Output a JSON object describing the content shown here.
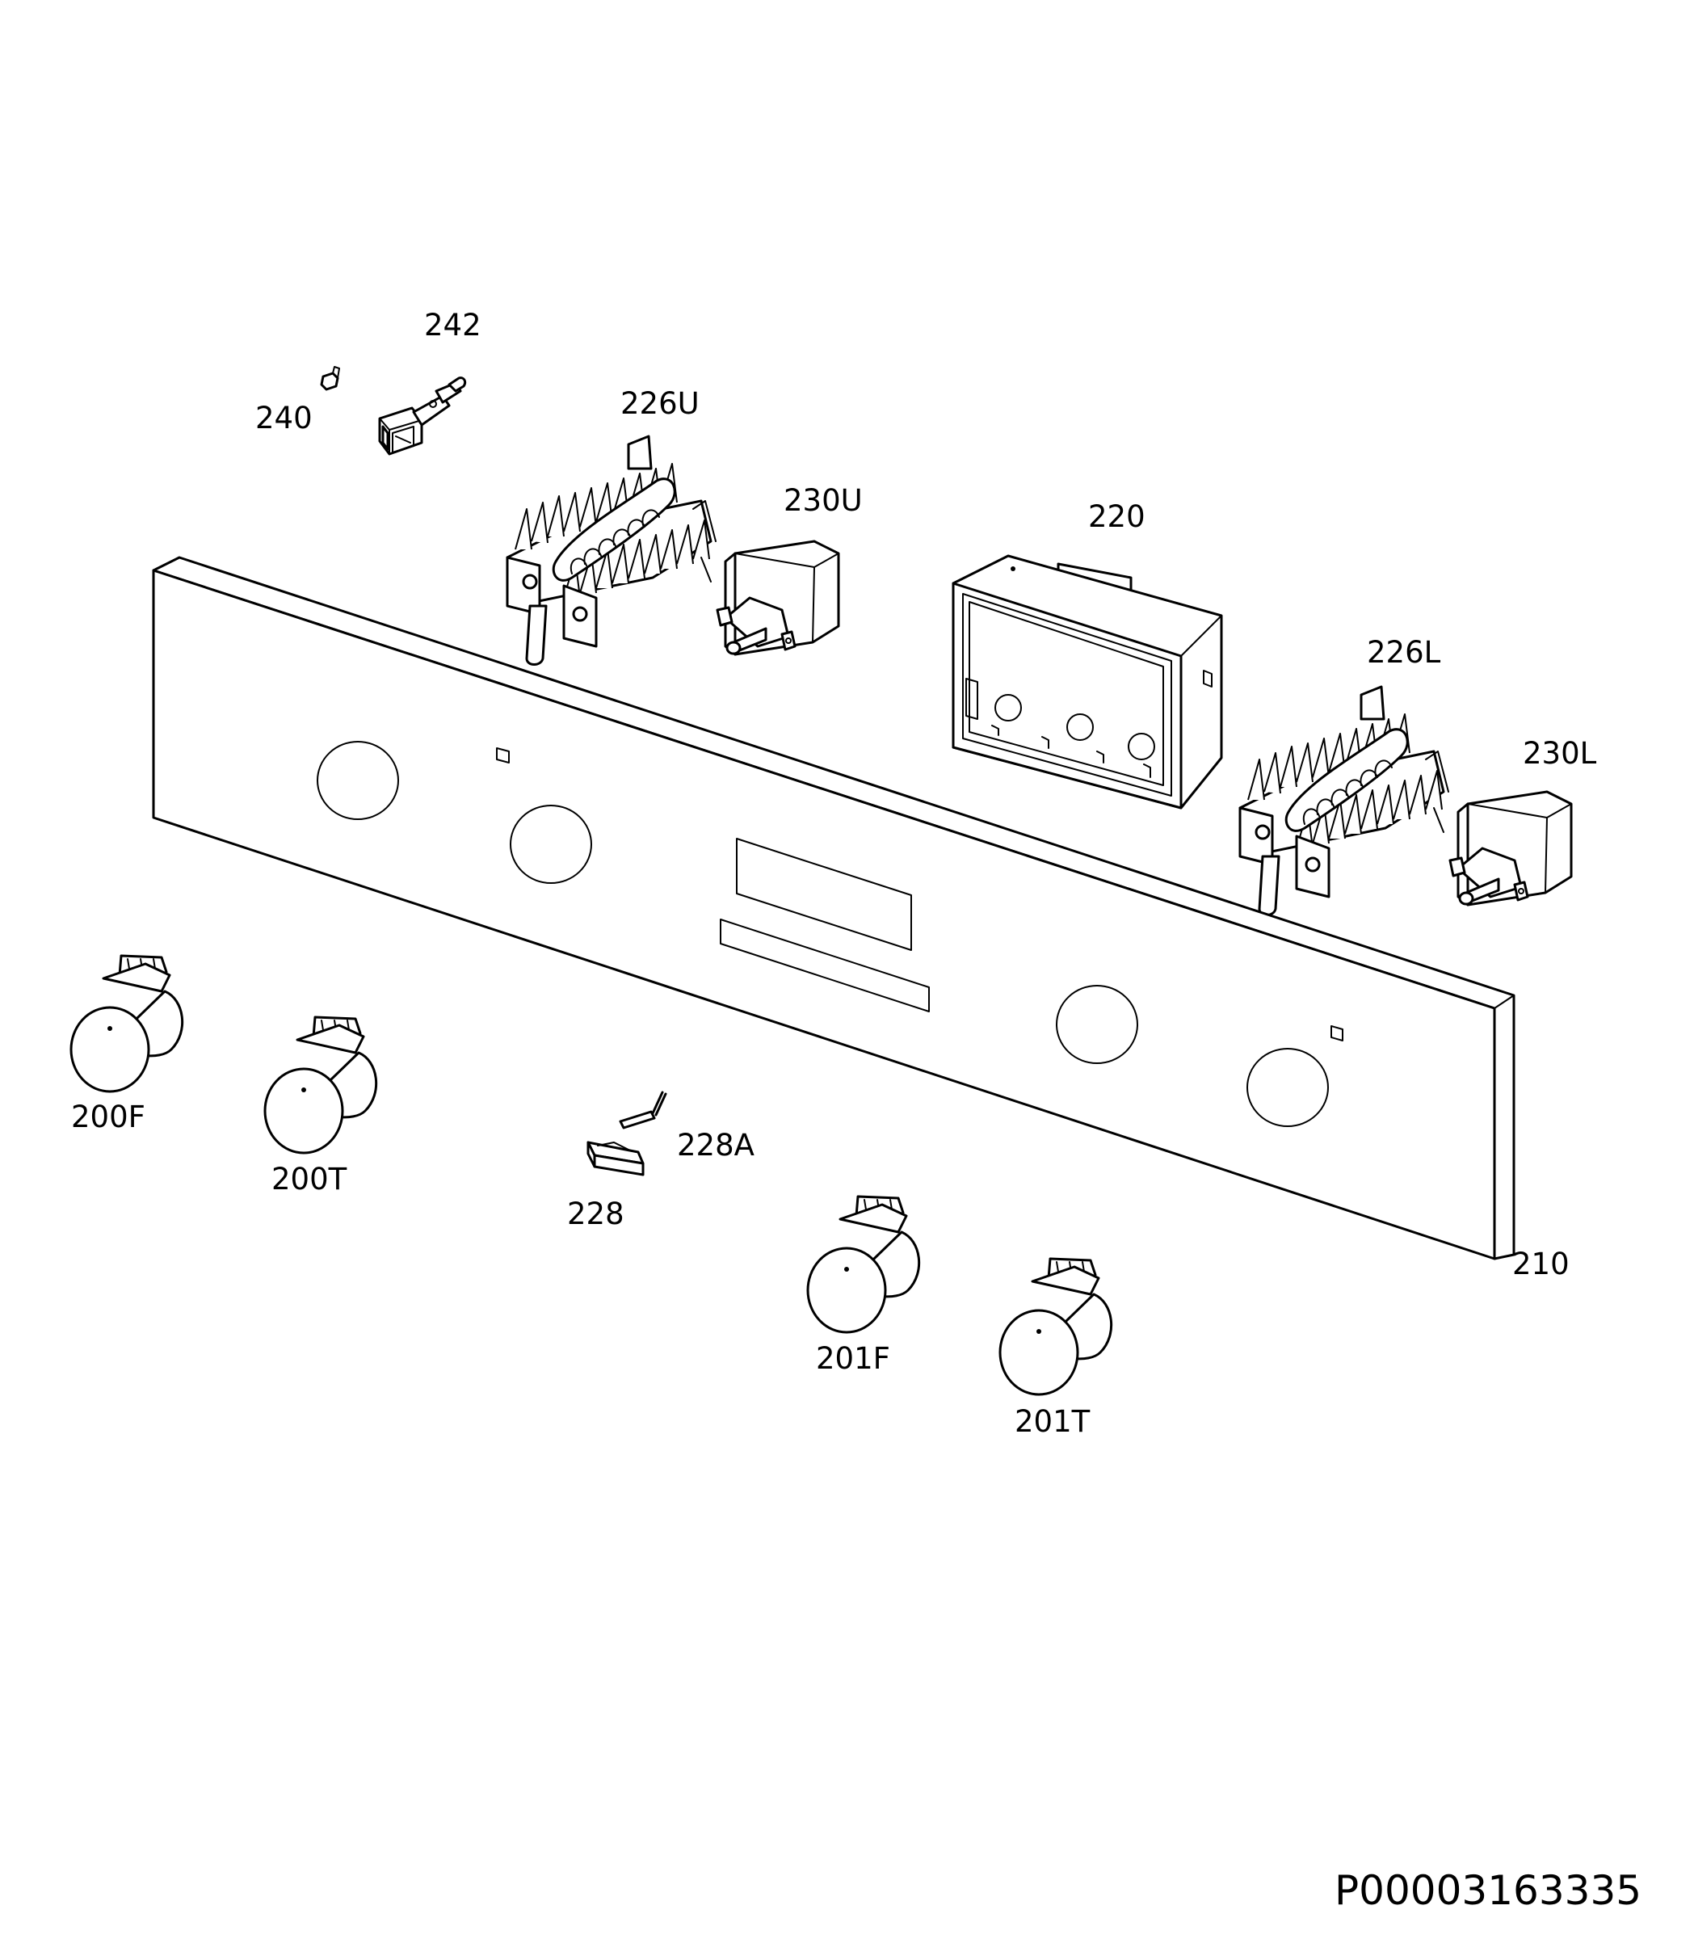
{
  "labels": {
    "l242": "242",
    "l240": "240",
    "l226U": "226U",
    "l230U": "230U",
    "l220": "220",
    "l226L": "226L",
    "l230L": "230L",
    "l200F": "200F",
    "l200T": "200T",
    "l228A": "228A",
    "l228": "228",
    "l210": "210",
    "l201F": "201F",
    "l201T": "201T"
  },
  "drawing_code": "P00003163335"
}
